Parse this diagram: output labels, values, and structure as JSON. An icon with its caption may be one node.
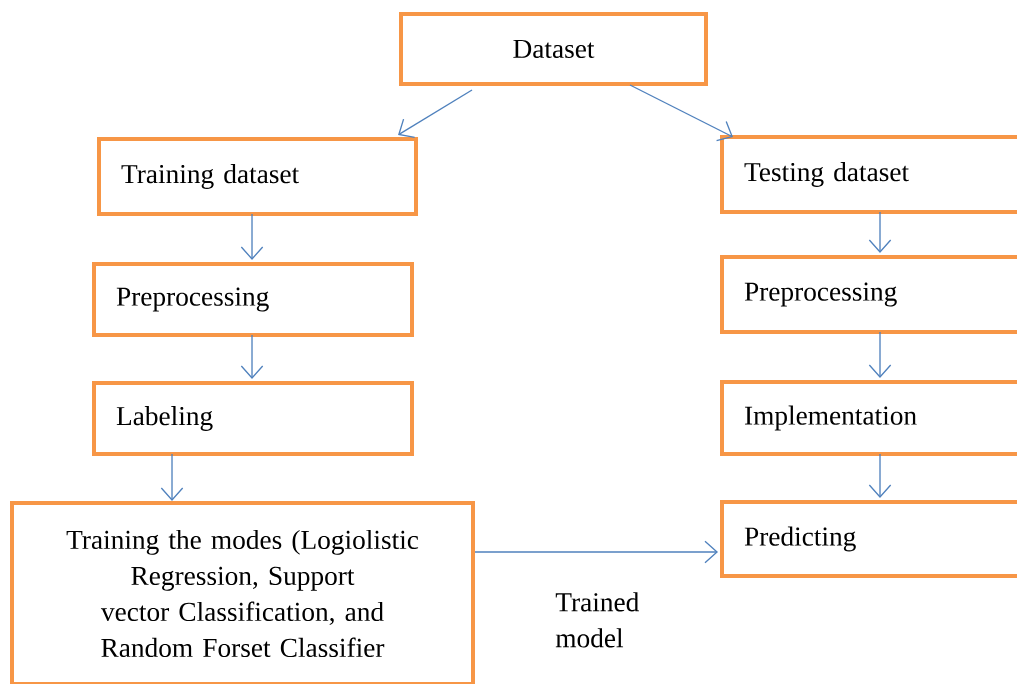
{
  "diagram": {
    "nodes": [
      {
        "text": [
          "Dataset"
        ]
      },
      {
        "text": [
          "Training dataset"
        ]
      },
      {
        "text": [
          "Testing dataset"
        ]
      },
      {
        "text": [
          "Preprocessing"
        ]
      },
      {
        "text": [
          "Preprocessing"
        ]
      },
      {
        "text": [
          "Labeling"
        ]
      },
      {
        "text": [
          "Implementation"
        ]
      },
      {
        "text": [
          "Training the modes (Logiolistic Regression, Support vector Classification, and Random Forset Classifier"
        ]
      },
      {
        "text": [
          "Predicting"
        ]
      }
    ],
    "edges": [
      {
        "from": 0,
        "to": 1,
        "arrow": "to"
      },
      {
        "from": 0,
        "to": 2,
        "arrow": "to"
      },
      {
        "from": 1,
        "to": 3,
        "arrow": "to"
      },
      {
        "from": 3,
        "to": 5,
        "arrow": "to"
      },
      {
        "from": 5,
        "to": 7,
        "arrow": "to"
      },
      {
        "from": 2,
        "to": 4,
        "arrow": "to"
      },
      {
        "from": 4,
        "to": 6,
        "arrow": "to"
      },
      {
        "from": 6,
        "to": 8,
        "arrow": "to"
      },
      {
        "from": 7,
        "to": 8,
        "arrow": "to",
        "label": "Trained model"
      }
    ]
  }
}
